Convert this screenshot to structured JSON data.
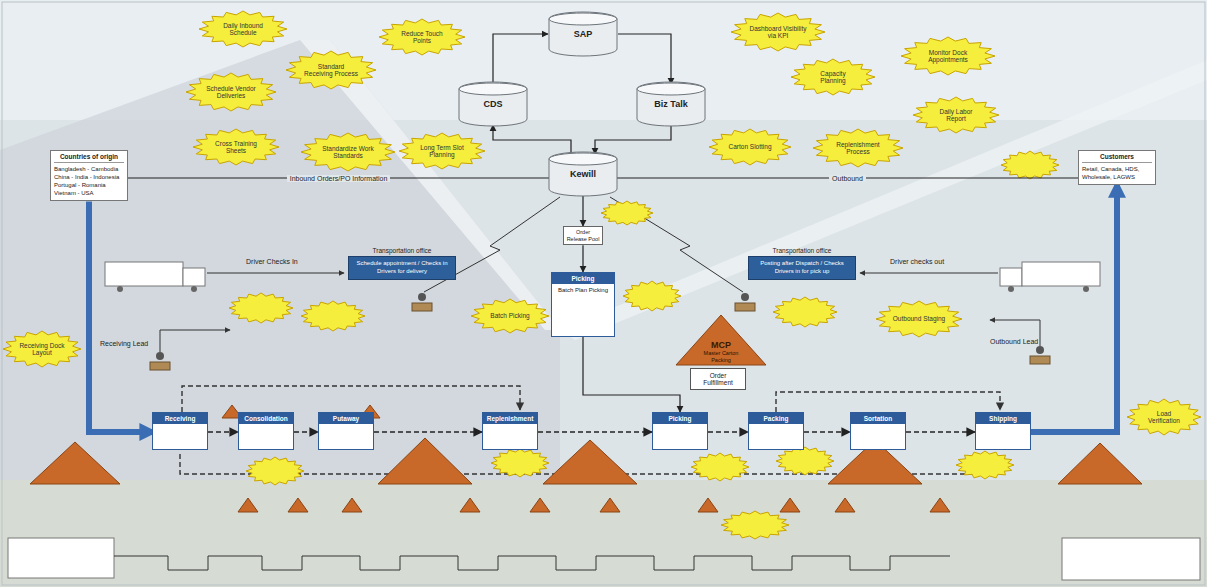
{
  "diagram": {
    "nodes": [
      {
        "text": [
          "SAP"
        ]
      },
      {
        "text": [
          "CDS"
        ]
      },
      {
        "text": [
          "Biz Talk"
        ]
      },
      {
        "text": [
          "Kewill"
        ]
      },
      {
        "text": [
          "Countries of origin",
          "Bangladesh - Cambodia China - India - Indonesia Portugal - Romania Vietnam - USA"
        ]
      },
      {
        "text": [
          "Customers",
          "Retail, Canada, HDS, Wholesale, LAGWS"
        ]
      },
      {
        "text": [
          "Order Release Pool"
        ]
      },
      {
        "text": [
          "Picking",
          "Batch Plan Picking"
        ]
      },
      {
        "text": [
          "Transportation office",
          "Schedule appointment / Checks in Drivers for delivery"
        ]
      },
      {
        "text": [
          "Transportation office",
          "Posting after Dispatch / Checks Drivers in for pick up"
        ]
      },
      {
        "text": [
          "MCP",
          "Master Carton Packing"
        ]
      },
      {
        "text": [
          "Receiving"
        ]
      },
      {
        "text": [
          "Consolidation"
        ]
      },
      {
        "text": [
          "Putaway"
        ]
      },
      {
        "text": [
          "Replenishment"
        ]
      },
      {
        "text": [
          "Picking"
        ]
      },
      {
        "text": [
          "Packing"
        ]
      },
      {
        "text": [
          "Sortation"
        ]
      },
      {
        "text": [
          "Shipping"
        ]
      },
      {
        "text": [
          "Order Fulfillment"
        ]
      },
      {
        "text": [
          "Daily Inbound Schedule"
        ]
      },
      {
        "text": [
          "Standard Receiving Process"
        ]
      },
      {
        "text": [
          "Reduce Touch Points"
        ]
      },
      {
        "text": [
          "Schedule Vendor Deliveries"
        ]
      },
      {
        "text": [
          "Cross Training Sheets"
        ]
      },
      {
        "text": [
          "Standardize Work Standards"
        ]
      },
      {
        "text": [
          "Long Term Slot Planning"
        ]
      },
      {
        "text": [
          "Dashboard Visibility via KPI"
        ]
      },
      {
        "text": [
          "Capacity Planning"
        ]
      },
      {
        "text": [
          "Monitor Dock Appointments"
        ]
      },
      {
        "text": [
          "Daily Labor Report"
        ]
      },
      {
        "text": [
          "Carton Slotting"
        ]
      },
      {
        "text": [
          "Replenishment Process"
        ]
      },
      {
        "text": [
          "Outbound Staging"
        ]
      },
      {
        "text": [
          "Receiving Dock Layout"
        ]
      },
      {
        "text": [
          "Batch Picking"
        ]
      },
      {
        "text": [
          "Load Verification"
        ]
      }
    ],
    "edges": [
      {
        "from": 1,
        "to": 0,
        "arrow": "to"
      },
      {
        "from": 0,
        "to": 2,
        "arrow": "to"
      },
      {
        "from": 2,
        "to": 3,
        "arrow": "to"
      },
      {
        "from": 3,
        "to": 1,
        "arrow": "to"
      },
      {
        "from": 4,
        "to": 3,
        "label": "Inbound Orders/PO Information",
        "arrow": "none"
      },
      {
        "from": 3,
        "to": 5,
        "label": "Outbound",
        "arrow": "none"
      },
      {
        "from": 3,
        "to": 6,
        "arrow": "to"
      },
      {
        "from": 6,
        "to": 7,
        "arrow": "to"
      },
      {
        "from": 4,
        "to": 11,
        "arrow": "to"
      },
      {
        "from": 18,
        "to": 5,
        "arrow": "to"
      },
      {
        "from": 11,
        "to": 12,
        "arrow": "to"
      },
      {
        "from": 12,
        "to": 13,
        "arrow": "to"
      },
      {
        "from": 13,
        "to": 14,
        "arrow": "to"
      },
      {
        "from": 14,
        "to": 15,
        "arrow": "to"
      },
      {
        "from": 15,
        "to": 16,
        "arrow": "to"
      },
      {
        "from": 16,
        "to": 17,
        "arrow": "to"
      },
      {
        "from": 17,
        "to": 18,
        "arrow": "to"
      },
      {
        "from": 7,
        "to": 15,
        "arrow": "to"
      }
    ],
    "labels": [
      "Driver Checks In",
      "Driver checks out",
      "Receiving Lead",
      "Outbound Lead"
    ]
  }
}
